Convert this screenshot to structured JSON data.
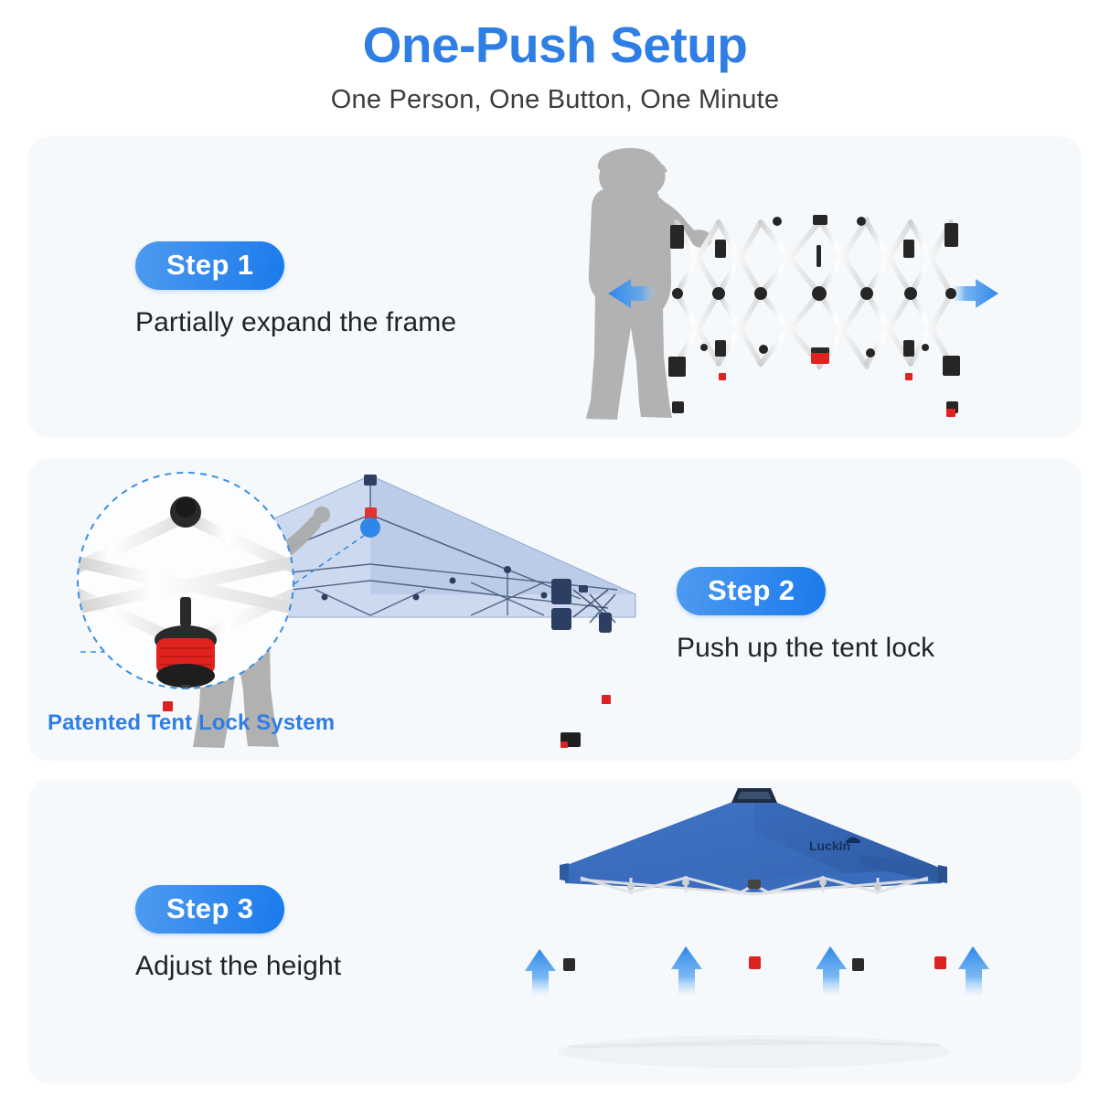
{
  "header": {
    "title": "One-Push Setup",
    "subtitle": "One Person, One Button, One Minute"
  },
  "colors": {
    "accent_blue": "#2f7ee5",
    "badge_gradient_start": "#4e9bef",
    "badge_gradient_end": "#1a7aec",
    "panel_background": "#f5f9fc",
    "page_background": "#ffffff",
    "body_text": "#232323",
    "subtitle_text": "#3c3c3c",
    "canopy_blue": "#3d6fc0",
    "canopy_blue_dark": "#2f5ba3",
    "tent_lock_red": "#e0231f",
    "silhouette_gray": "#b3b3b3",
    "frame_white": "#f2f2f2",
    "arrow_blue": "#2e86e8"
  },
  "steps": [
    {
      "badge": "Step 1",
      "text": "Partially expand the frame",
      "art": {
        "name": "partially-expanded-frame-illustration",
        "arrows": [
          "arrow-left",
          "arrow-right"
        ],
        "figure": "person-silhouette-with-cap"
      }
    },
    {
      "badge": "Step 2",
      "text": "Push up the tent lock",
      "art": {
        "name": "canopy-frame-with-tent-lock-illustration",
        "magnifier_caption": "Patented Tent Lock System",
        "figure": "person-silhouette-pushing-lock"
      }
    },
    {
      "badge": "Step 3",
      "text": "Adjust the height",
      "art": {
        "name": "assembled-canopy-tent-illustration",
        "arrows": [
          "arrow-up",
          "arrow-up",
          "arrow-up",
          "arrow-up"
        ],
        "brand_logo": "Luckln"
      }
    }
  ]
}
